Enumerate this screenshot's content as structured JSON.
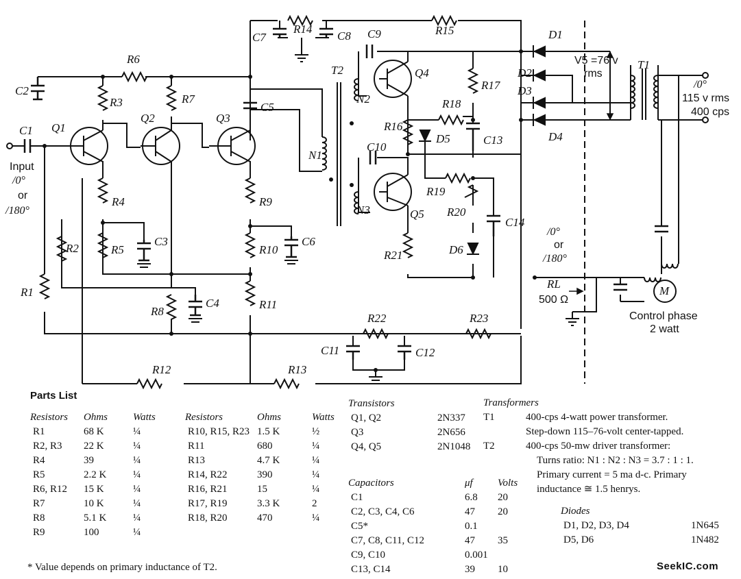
{
  "schematic": {
    "labels": {
      "C1": "C1",
      "C2": "C2",
      "C3": "C3",
      "C4": "C4",
      "C5": "C5",
      "C6": "C6",
      "C7": "C7",
      "C8": "C8",
      "C9": "C9",
      "C10": "C10",
      "C11": "C11",
      "C12": "C12",
      "C13": "C13",
      "C14": "C14",
      "R1": "R1",
      "R2": "R2",
      "R3": "R3",
      "R4": "R4",
      "R5": "R5",
      "R6": "R6",
      "R7": "R7",
      "R8": "R8",
      "R9": "R9",
      "R10": "R10",
      "R11": "R11",
      "R12": "R12",
      "R13": "R13",
      "R14": "R14",
      "R15": "R15",
      "R16": "R16",
      "R17": "R17",
      "R18": "R18",
      "R19": "R19",
      "R20": "R20",
      "R21": "R21",
      "R22": "R22",
      "R23": "R23",
      "Q1": "Q1",
      "Q2": "Q2",
      "Q3": "Q3",
      "Q4": "Q4",
      "Q5": "Q5",
      "D1": "D1",
      "D2": "D2",
      "D3": "D3",
      "D4": "D4",
      "D5": "D5",
      "D6": "D6",
      "T1": "T1",
      "T2": "T2",
      "N1": "N1",
      "N2": "N2",
      "N3": "N3",
      "RL": "RL",
      "M": "M"
    },
    "input_label": "Input",
    "input_phase_a": "/0°",
    "input_or": "or",
    "input_phase_b": "/180°",
    "v5_label": "V5 =76 v",
    "v5_rms": "rms",
    "supply_phase": "/0°",
    "supply_voltage": "115 v rms",
    "supply_freq": "400 cps",
    "out_phase_a": "/0°",
    "out_or": "or",
    "out_phase_b": "/180°",
    "rl_value": "500 Ω",
    "control_phase": "Control phase",
    "control_power": "2 watt"
  },
  "parts_list": {
    "title": "Parts List",
    "resistor_headers": [
      "Resistors",
      "Ohms",
      "Watts"
    ],
    "resistors_left": [
      {
        "name": "R1",
        "ohms": "68 K",
        "watts": "¼"
      },
      {
        "name": "R2, R3",
        "ohms": "22 K",
        "watts": "¼"
      },
      {
        "name": "R4",
        "ohms": "39",
        "watts": "¼"
      },
      {
        "name": "R5",
        "ohms": "2.2 K",
        "watts": "¼"
      },
      {
        "name": "R6, R12",
        "ohms": "15 K",
        "watts": "¼"
      },
      {
        "name": "R7",
        "ohms": "10 K",
        "watts": "¼"
      },
      {
        "name": "R8",
        "ohms": "5.1 K",
        "watts": "¼"
      },
      {
        "name": "R9",
        "ohms": "100",
        "watts": "¼"
      }
    ],
    "resistors_right": [
      {
        "name": "R10, R15, R23",
        "ohms": "1.5 K",
        "watts": "½"
      },
      {
        "name": "R11",
        "ohms": "680",
        "watts": "¼"
      },
      {
        "name": "R13",
        "ohms": "4.7 K",
        "watts": "¼"
      },
      {
        "name": "R14, R22",
        "ohms": "390",
        "watts": "¼"
      },
      {
        "name": "R16, R21",
        "ohms": "15",
        "watts": "¼"
      },
      {
        "name": "R17, R19",
        "ohms": "3.3 K",
        "watts": "2"
      },
      {
        "name": "R18, R20",
        "ohms": "470",
        "watts": "¼"
      }
    ],
    "transistors_header": "Transistors",
    "transistors": [
      {
        "name": "Q1, Q2",
        "type": "2N337"
      },
      {
        "name": "Q3",
        "type": "2N656"
      },
      {
        "name": "Q4, Q5",
        "type": "2N1048"
      }
    ],
    "capacitor_headers": [
      "Capacitors",
      "μf",
      "Volts"
    ],
    "capacitors": [
      {
        "name": "C1",
        "uf": "6.8",
        "volts": "20"
      },
      {
        "name": "C2, C3, C4, C6",
        "uf": "47",
        "volts": "20"
      },
      {
        "name": "C5*",
        "uf": "0.1",
        "volts": ""
      },
      {
        "name": "C7, C8, C11, C12",
        "uf": "47",
        "volts": "35"
      },
      {
        "name": "C9, C10",
        "uf": "0.001",
        "volts": ""
      },
      {
        "name": "C13, C14",
        "uf": "39",
        "volts": "10"
      }
    ],
    "transformers_header": "Transformers",
    "transformers": [
      {
        "name": "T1",
        "lines": [
          "400-cps 4-watt power transformer.",
          "Step-down 115–76-volt center-tapped."
        ]
      },
      {
        "name": "T2",
        "lines": [
          "400-cps 50-mw driver transformer:",
          "Turns ratio: N1 : N2 : N3 = 3.7 : 1 : 1.",
          "Primary current = 5 ma d-c. Primary",
          "inductance ≅ 1.5 henrys."
        ]
      }
    ],
    "diodes_header": "Diodes",
    "diodes": [
      {
        "name": "D1, D2, D3, D4",
        "type": "1N645"
      },
      {
        "name": "D5, D6",
        "type": "1N482"
      }
    ],
    "footnote": "* Value depends on primary inductance of T2.",
    "watermark": "SeekIC.com"
  }
}
